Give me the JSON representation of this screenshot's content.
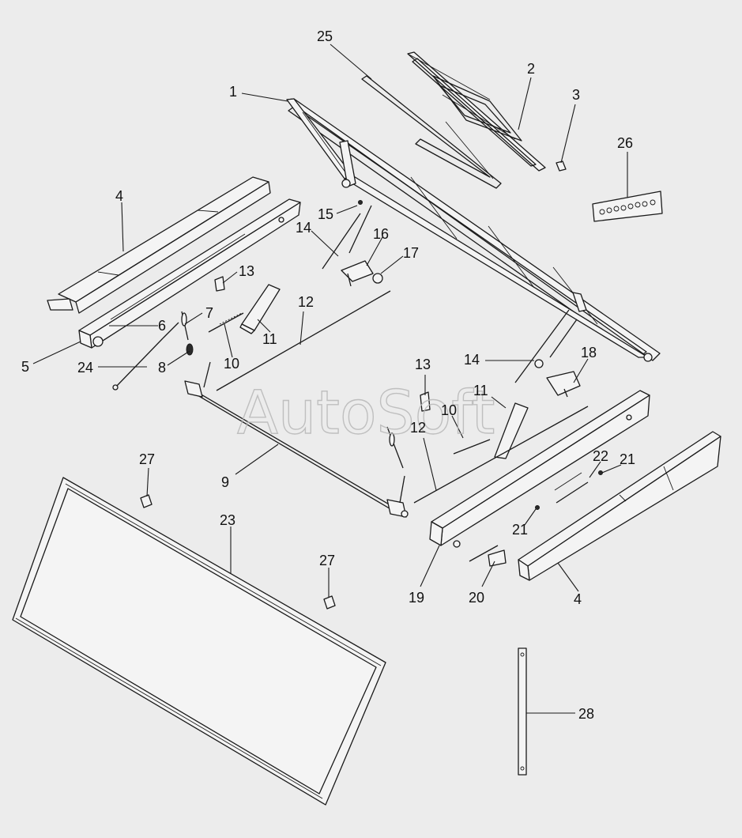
{
  "watermark": "AutoSoft",
  "callouts": [
    {
      "id": "c1",
      "label": "1"
    },
    {
      "id": "c2",
      "label": "2"
    },
    {
      "id": "c3",
      "label": "3"
    },
    {
      "id": "c4a",
      "label": "4"
    },
    {
      "id": "c4b",
      "label": "4"
    },
    {
      "id": "c5",
      "label": "5"
    },
    {
      "id": "c6",
      "label": "6"
    },
    {
      "id": "c7",
      "label": "7"
    },
    {
      "id": "c8",
      "label": "8"
    },
    {
      "id": "c9",
      "label": "9"
    },
    {
      "id": "c10a",
      "label": "10"
    },
    {
      "id": "c10b",
      "label": "10"
    },
    {
      "id": "c11a",
      "label": "11"
    },
    {
      "id": "c11b",
      "label": "11"
    },
    {
      "id": "c12a",
      "label": "12"
    },
    {
      "id": "c12b",
      "label": "12"
    },
    {
      "id": "c13a",
      "label": "13"
    },
    {
      "id": "c13b",
      "label": "13"
    },
    {
      "id": "c14a",
      "label": "14"
    },
    {
      "id": "c14b",
      "label": "14"
    },
    {
      "id": "c15",
      "label": "15"
    },
    {
      "id": "c16",
      "label": "16"
    },
    {
      "id": "c17",
      "label": "17"
    },
    {
      "id": "c18",
      "label": "18"
    },
    {
      "id": "c19",
      "label": "19"
    },
    {
      "id": "c20",
      "label": "20"
    },
    {
      "id": "c21a",
      "label": "21"
    },
    {
      "id": "c21b",
      "label": "21"
    },
    {
      "id": "c22",
      "label": "22"
    },
    {
      "id": "c23",
      "label": "23"
    },
    {
      "id": "c24",
      "label": "24"
    },
    {
      "id": "c25",
      "label": "25"
    },
    {
      "id": "c26",
      "label": "26"
    },
    {
      "id": "c27a",
      "label": "27"
    },
    {
      "id": "c27b",
      "label": "27"
    },
    {
      "id": "c28",
      "label": "28"
    }
  ]
}
